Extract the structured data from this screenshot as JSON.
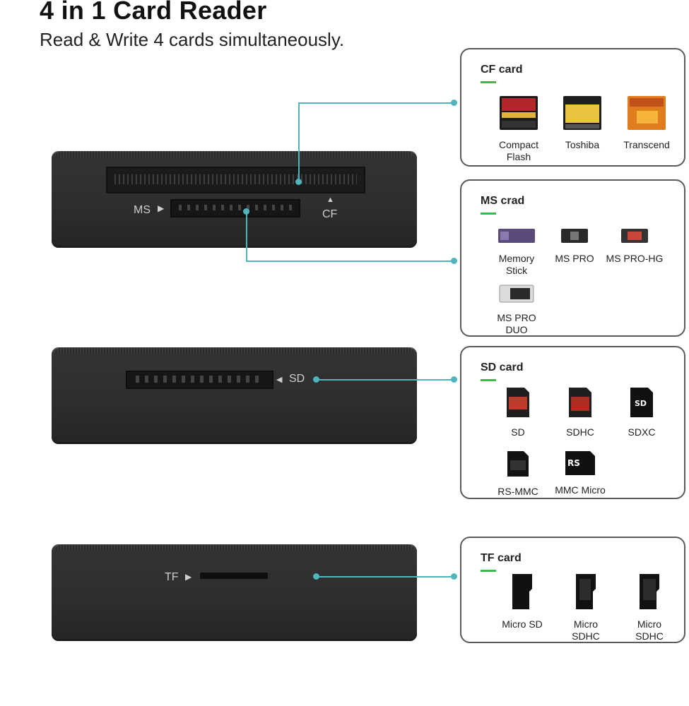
{
  "header": {
    "title": "4 in 1 Card Reader",
    "subtitle": "Read & Write 4 cards simultaneously."
  },
  "device_labels": {
    "ms": "MS",
    "cf": "CF",
    "sd": "SD",
    "tf": "TF"
  },
  "panels": {
    "cf": {
      "title": "CF card",
      "cards": [
        "Compact Flash",
        "Toshiba",
        "Transcend"
      ]
    },
    "ms": {
      "title": "MS crad",
      "cards": [
        "Memory Stick",
        "MS PRO",
        "MS PRO-HG",
        "MS PRO DUO"
      ]
    },
    "sd": {
      "title": "SD card",
      "cards": [
        "SD",
        "SDHC",
        "SDXC",
        "RS-MMC",
        "MMC Micro"
      ]
    },
    "tf": {
      "title": "TF card",
      "cards": [
        "Micro SD",
        "Micro SDHC",
        "Micro SDHC"
      ]
    }
  },
  "colors": {
    "connector": "#4fb6bd",
    "accent": "#2fbf4a",
    "device": "#2e2e2e"
  }
}
